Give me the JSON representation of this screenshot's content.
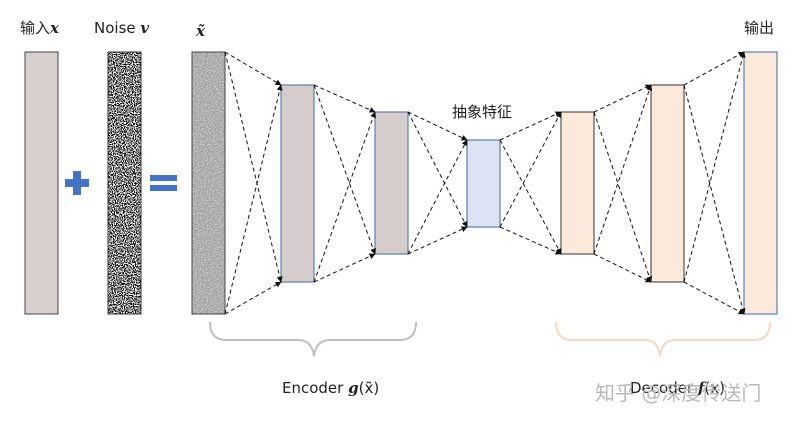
{
  "labels": {
    "input": "输入",
    "input_var": "x",
    "noise": "Noise ",
    "noise_var": "v",
    "noisy": "x̃",
    "feature": "抽象特征",
    "output": "输出",
    "encoder": "Encoder ",
    "encoder_fn": "g",
    "encoder_arg": "(x̃)",
    "decoder": "Decoder ",
    "decoder_fn": "f",
    "decoder_arg": "(x)"
  },
  "operators": {
    "plus": "+",
    "equals": "="
  },
  "watermark": "知乎 @深度传送门",
  "colors": {
    "input_fill": "#d8cfcf",
    "encoder_fill": "#d6cccc",
    "code_fill": "#dce3f5",
    "decoder_fill": "#fde9d9",
    "operator_blue": "#4472c4",
    "encoder_brace": "#bfbfbf",
    "decoder_brace": "#f6d7c0",
    "stroke": "#5b7fb2"
  }
}
